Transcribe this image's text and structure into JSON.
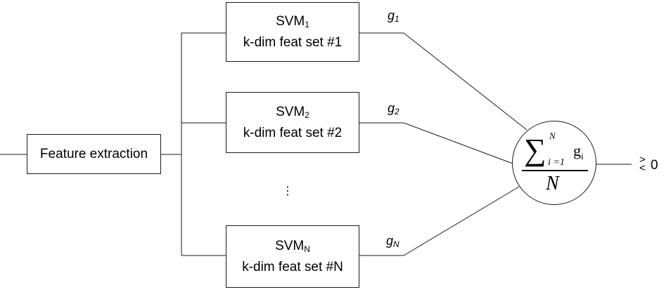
{
  "feature_box": {
    "label": "Feature extraction"
  },
  "svms": [
    {
      "name": "SVM",
      "sub": "1",
      "desc": "k-dim feat set #1",
      "output_name": "g",
      "output_sub": "1"
    },
    {
      "name": "SVM",
      "sub": "2",
      "desc": "k-dim feat set #2",
      "output_name": "g",
      "output_sub": "2"
    },
    {
      "name": "SVM",
      "sub": "N",
      "desc": "k-dim feat set #N",
      "output_name": "g",
      "output_sub": "N"
    }
  ],
  "ellipsis": "⋮",
  "aggregator": {
    "sigma": "∑",
    "upper_limit": "N",
    "lower_limit": "i =1",
    "term": "g",
    "term_sub": "i",
    "denominator": "N"
  },
  "decision": {
    "greater": ">",
    "less": "<",
    "threshold": "0"
  },
  "colors": {
    "line": "#1a1a1a",
    "background": "#ffffff"
  }
}
